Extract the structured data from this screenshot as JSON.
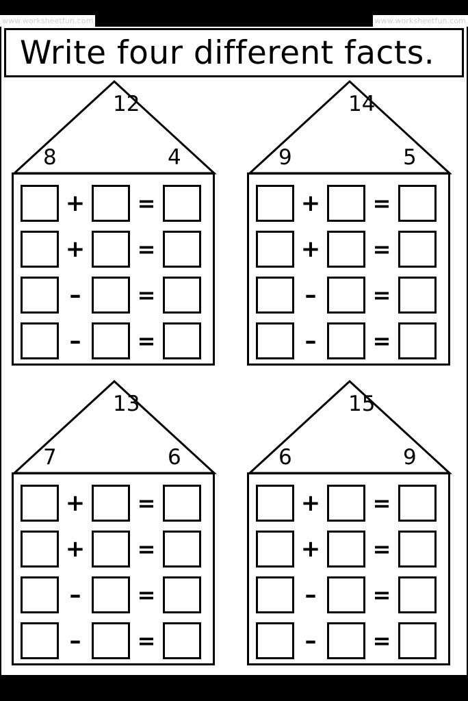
{
  "page": {
    "title": "Write four different facts.",
    "watermark_left": "www.worksheetfun.com",
    "watermark_right": "www.worksheetfun.com",
    "ink_color": "#000000",
    "paper_color": "#ffffff",
    "watermark_color": "#cfcfcf"
  },
  "operators": {
    "plus": "+",
    "minus": "–",
    "equals": "="
  },
  "houses": [
    {
      "id": "house-1",
      "whole": "12",
      "part_left": "8",
      "part_right": "4",
      "rows": [
        {
          "op": "+",
          "eq": "="
        },
        {
          "op": "+",
          "eq": "="
        },
        {
          "op": "–",
          "eq": "="
        },
        {
          "op": "–",
          "eq": "="
        }
      ]
    },
    {
      "id": "house-2",
      "whole": "14",
      "part_left": "9",
      "part_right": "5",
      "rows": [
        {
          "op": "+",
          "eq": "="
        },
        {
          "op": "+",
          "eq": "="
        },
        {
          "op": "–",
          "eq": "="
        },
        {
          "op": "–",
          "eq": "="
        }
      ]
    },
    {
      "id": "house-3",
      "whole": "13",
      "part_left": "7",
      "part_right": "6",
      "rows": [
        {
          "op": "+",
          "eq": "="
        },
        {
          "op": "+",
          "eq": "="
        },
        {
          "op": "–",
          "eq": "="
        },
        {
          "op": "–",
          "eq": "="
        }
      ]
    },
    {
      "id": "house-4",
      "whole": "15",
      "part_left": "6",
      "part_right": "9",
      "rows": [
        {
          "op": "+",
          "eq": "="
        },
        {
          "op": "+",
          "eq": "="
        },
        {
          "op": "–",
          "eq": "="
        },
        {
          "op": "–",
          "eq": "="
        }
      ]
    }
  ]
}
